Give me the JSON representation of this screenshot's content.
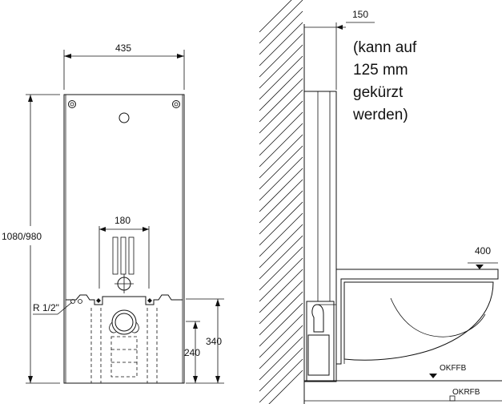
{
  "front_view": {
    "width_label": "435",
    "height_label": "1080/980",
    "inner_width_label": "180",
    "thread_label": "R 1/2\"",
    "height_340_label": "340",
    "height_240_label": "240"
  },
  "side_view": {
    "depth_label": "150",
    "note_lines": [
      "(kann auf",
      "125 mm",
      "gekürzt",
      "werden)"
    ],
    "bowl_height_label": "400",
    "level_finished_label": "OKFFB",
    "level_raw_label": "OKRFB"
  }
}
